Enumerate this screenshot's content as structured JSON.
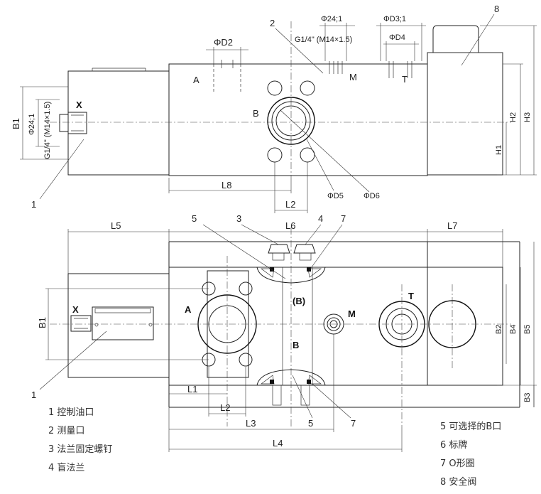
{
  "top_view": {
    "port_a": "A",
    "port_b": "B",
    "port_m": "M",
    "port_t": "T",
    "port_x": "X",
    "dim_d2": "ΦD2",
    "dim_d24_top": "Φ24;1",
    "thread_m": "G1/4\" (M14×1.5)",
    "dim_d3": "ΦD3;1",
    "dim_d4": "ΦD4",
    "dim_d5": "ΦD5",
    "dim_d6": "ΦD6",
    "dim_l8": "L8",
    "dim_l2": "L2",
    "dim_h1": "H1",
    "dim_h2": "H2",
    "dim_h3": "H3",
    "dim_b1": "B1",
    "dim_x_d24": "Φ24;1",
    "dim_x_thread": "G1/4\" (M14×1.5)",
    "callout_1": "1",
    "callout_2": "2",
    "callout_8": "8"
  },
  "bottom_view": {
    "port_a": "A",
    "port_b": "B",
    "port_b_opt": "(B)",
    "port_m": "M",
    "port_t": "T",
    "port_x": "X",
    "dim_l5": "L5",
    "dim_l6": "L6",
    "dim_l7": "L7",
    "dim_l1": "L1",
    "dim_l2": "L2",
    "dim_l3": "L3",
    "dim_l4": "L4",
    "dim_b1": "B1",
    "dim_b2": "B2",
    "dim_b3": "B3",
    "dim_b4": "B4",
    "dim_b5": "B5",
    "callout_1": "1",
    "callout_3": "3",
    "callout_4": "4",
    "callout_5_top": "5",
    "callout_5_bot": "5",
    "callout_7_top": "7",
    "callout_7_bot": "7"
  },
  "legend_left": [
    "1 控制油口",
    "2 测量口",
    "3 法兰固定螺钉",
    "4 盲法兰"
  ],
  "legend_right": [
    "5 可选择的B口",
    "6 标牌",
    "7 O形圈",
    "8 安全阀"
  ]
}
